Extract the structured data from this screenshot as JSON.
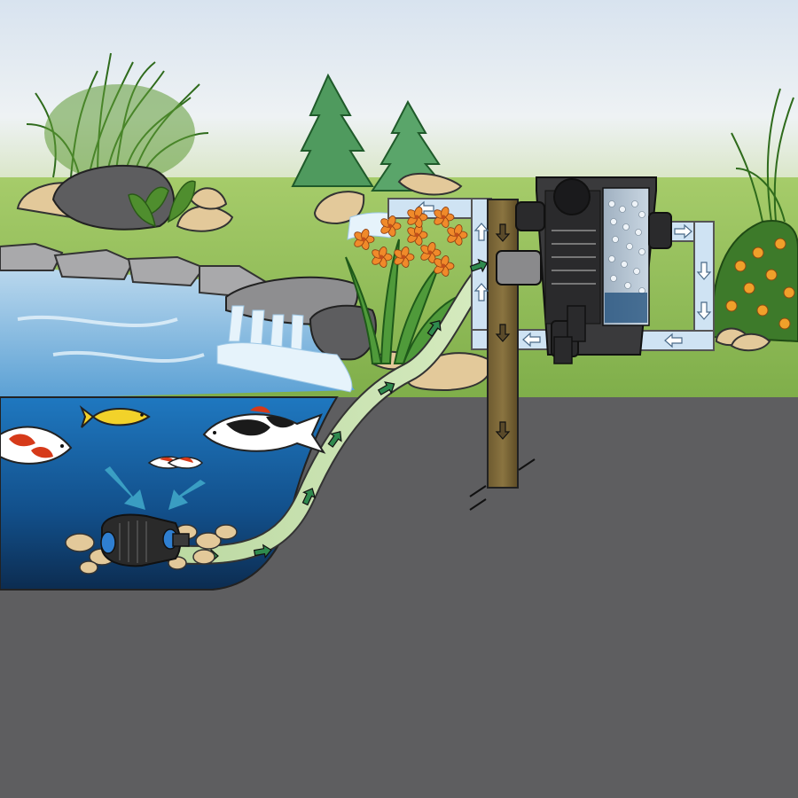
{
  "scene": {
    "components": [
      "pond",
      "submersible-pump",
      "pump-hose",
      "filter-unit",
      "uv-clarifier",
      "return-pipe",
      "waterfall",
      "drain-pipe",
      "koi-fish",
      "plants",
      "rocks"
    ],
    "flow": {
      "pump_to_filter": {
        "color": "#2f8a4e",
        "direction": "up-to-filter"
      },
      "filter_return": {
        "color": "#c9e1f2",
        "direction": "back-to-waterfall"
      },
      "drain": {
        "color": "#5a4a2a",
        "direction": "down"
      }
    },
    "colors": {
      "sky_top": "#dfe9f3",
      "grass": "#8fbd5a",
      "pond_water": "#1b6fb0",
      "ground": "#5e5e60",
      "filter_body": "#3a3a3c",
      "pump_body": "#2a2a2a",
      "pump_ports": "#2f7fd1",
      "flower": "#f08a2a"
    },
    "icons": [
      "arrow-icon",
      "fish-icon",
      "pump-icon",
      "filter-icon",
      "flower-icon"
    ]
  }
}
